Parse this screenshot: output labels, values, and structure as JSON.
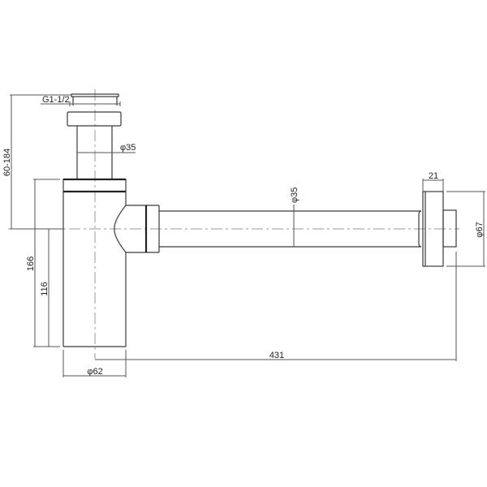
{
  "drawing": {
    "title": "Bottle trap technical drawing",
    "line_color": "#3a3a3a",
    "centerline_color": "#9a9a9a",
    "dimensions": {
      "thread": "G1-1/2",
      "inlet_height": "60-184",
      "inlet_diameter": "φ35",
      "outlet_diameter": "φ35",
      "total_height": "166",
      "outlet_height": "116",
      "body_diameter": "φ62",
      "length": "431",
      "rosette_width": "21",
      "rosette_diameter": "φ67"
    }
  }
}
